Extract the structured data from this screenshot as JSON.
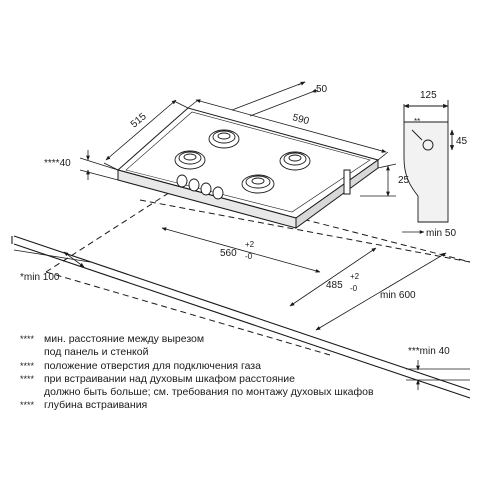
{
  "dimensions": {
    "depth": "515",
    "width": "590",
    "top_gap": "50",
    "left_gap": "****40",
    "height": "25",
    "side_width": "125",
    "side_height": "45",
    "star_mark": "**",
    "side_gap": "min 50",
    "cutout_width_base": "560",
    "cutout_width_tol_plus": "+2",
    "cutout_width_tol_minus": "-0",
    "cutout_depth_base": "485",
    "cutout_depth_tol_plus": "+2",
    "cutout_depth_tol_minus": "-0",
    "front_min": "*min 100",
    "counter_min": "min 600",
    "wall_min": "***min 40"
  },
  "legend": [
    {
      "mark": "****",
      "text": "мин. расстояние между вырезом"
    },
    {
      "mark": "",
      "text": "под панель и стенкой"
    },
    {
      "mark": "****",
      "text": "положение отверстия для подключения газа"
    },
    {
      "mark": "****",
      "text": "при встраивании над духовым шкафом расстояние"
    },
    {
      "mark": "",
      "text": "должно быть больше; см. требования по монтажу духовых шкафов"
    },
    {
      "mark": "****",
      "text": "глубина встраивания"
    }
  ]
}
